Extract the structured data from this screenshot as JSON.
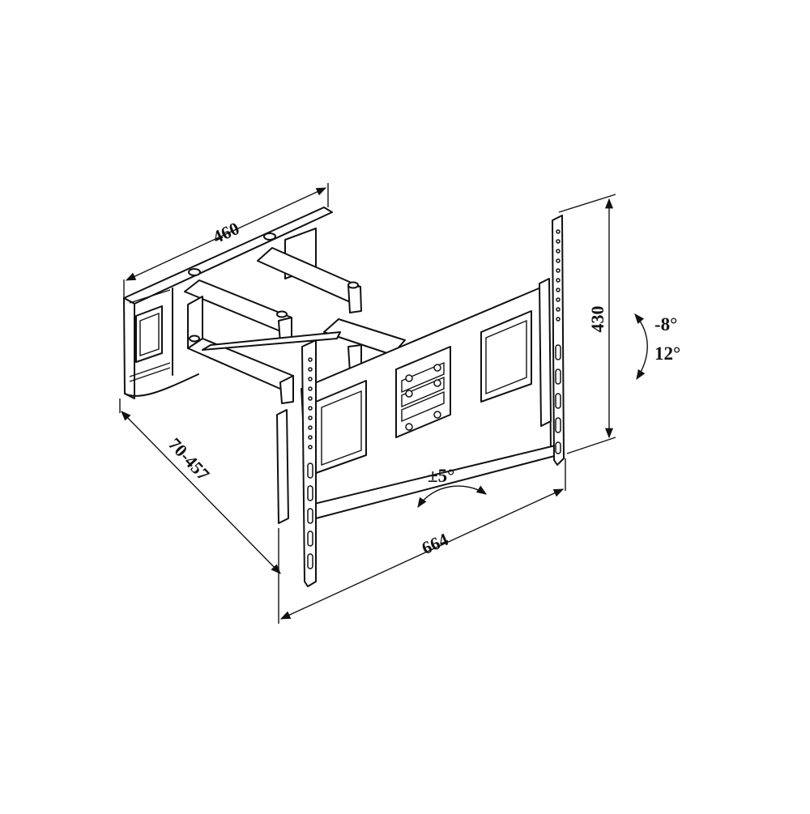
{
  "dimensions": {
    "wall_plate_width": "460",
    "extension": "70-457",
    "tv_plate_width": "664",
    "height": "430"
  },
  "angles": {
    "tilt_up": "-8°",
    "tilt_down": "12°",
    "swivel": "±5°"
  }
}
